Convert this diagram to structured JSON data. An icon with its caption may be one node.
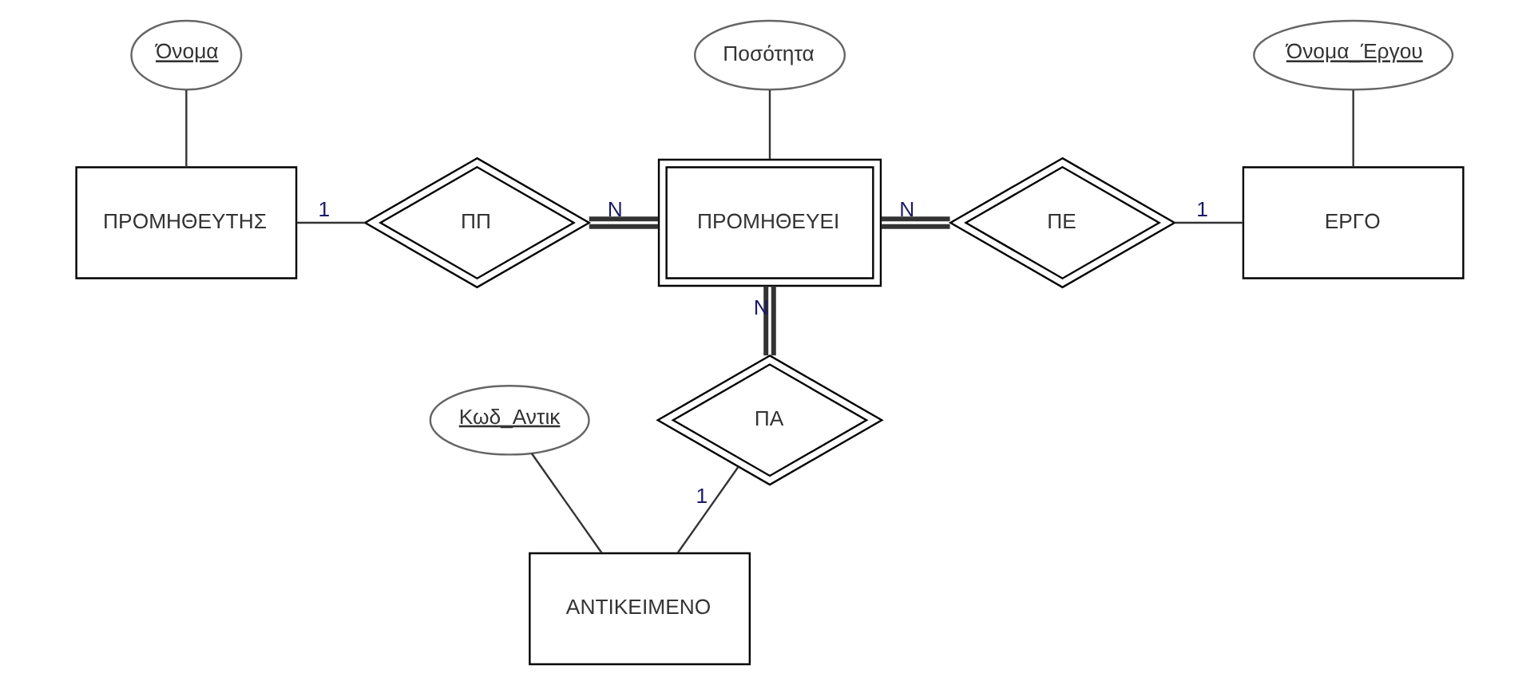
{
  "diagram": {
    "nodes": [
      {
        "text": [
          "Όνομα"
        ]
      },
      {
        "text": [
          "Ποσότητα"
        ]
      },
      {
        "text": [
          "Όνομα_Έργου"
        ]
      },
      {
        "text": [
          "ΠΡΟΜΗΘΕΥΤΗΣ"
        ]
      },
      {
        "text": [
          "ΠΠ"
        ]
      },
      {
        "text": [
          "ΠΡΟΜΗΘΕΥΕΙ"
        ]
      },
      {
        "text": [
          "ΠΕ"
        ]
      },
      {
        "text": [
          "ΕΡΓΟ"
        ]
      },
      {
        "text": [
          "ΠΑ"
        ]
      },
      {
        "text": [
          "Κωδ_Αντικ"
        ]
      },
      {
        "text": [
          "ΑΝΤΙΚΕΙΜΕΝΟ"
        ]
      }
    ],
    "edges": [
      {
        "from": 0,
        "to": 3,
        "arrow": "none"
      },
      {
        "from": 1,
        "to": 5,
        "arrow": "none"
      },
      {
        "from": 2,
        "to": 7,
        "arrow": "none"
      },
      {
        "from": 3,
        "to": 4,
        "arrow": "none",
        "label": "1"
      },
      {
        "from": 4,
        "to": 5,
        "arrow": "none",
        "label": "N",
        "style": "thick"
      },
      {
        "from": 5,
        "to": 6,
        "arrow": "none",
        "label": "N",
        "style": "thick"
      },
      {
        "from": 6,
        "to": 7,
        "arrow": "none",
        "label": "1"
      },
      {
        "from": 5,
        "to": 8,
        "arrow": "none",
        "label": "N",
        "style": "thick"
      },
      {
        "from": 8,
        "to": 10,
        "arrow": "none",
        "label": "1"
      },
      {
        "from": 9,
        "to": 10,
        "arrow": "none"
      }
    ]
  }
}
